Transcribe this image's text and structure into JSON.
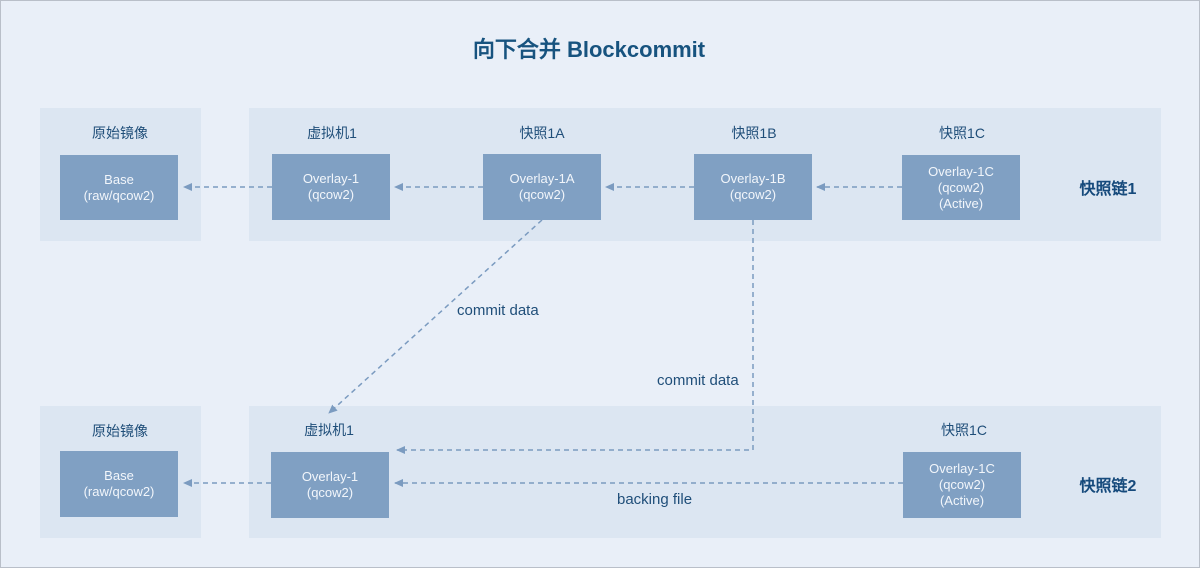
{
  "title": "向下合并 Blockcommit",
  "top_section": {
    "original_image": {
      "label": "原始镜像",
      "box": {
        "line1": "Base",
        "line2": "(raw/qcow2)"
      }
    },
    "nodes": [
      {
        "label": "虚拟机1",
        "line1": "Overlay-1",
        "line2": "(qcow2)"
      },
      {
        "label": "快照1A",
        "line1": "Overlay-1A",
        "line2": "(qcow2)"
      },
      {
        "label": "快照1B",
        "line1": "Overlay-1B",
        "line2": "(qcow2)"
      },
      {
        "label": "快照1C",
        "line1": "Overlay-1C",
        "line2": "(qcow2)",
        "line3": "(Active)"
      }
    ],
    "chain_label": "快照链1"
  },
  "bottom_section": {
    "original_image": {
      "label": "原始镜像",
      "box": {
        "line1": "Base",
        "line2": "(raw/qcow2)"
      }
    },
    "nodes": [
      {
        "label": "虚拟机1",
        "line1": "Overlay-1",
        "line2": "(qcow2)"
      },
      {
        "label": "快照1C",
        "line1": "Overlay-1C",
        "line2": "(qcow2)",
        "line3": "(Active)"
      }
    ],
    "chain_label": "快照链2"
  },
  "annotations": {
    "commit_data_top": "commit data",
    "commit_data_bottom": "commit data",
    "backing_file": "backing file"
  },
  "colors": {
    "page_background": "#e9eff8",
    "panel_background": "#dce6f2",
    "box_fill": "#80a0c3",
    "box_text": "#f2f6fb",
    "label_text": "#1f4e79",
    "title_text": "#17537f",
    "chain_label_text": "#164a7c",
    "arrow_stroke": "#7b9bc0"
  }
}
